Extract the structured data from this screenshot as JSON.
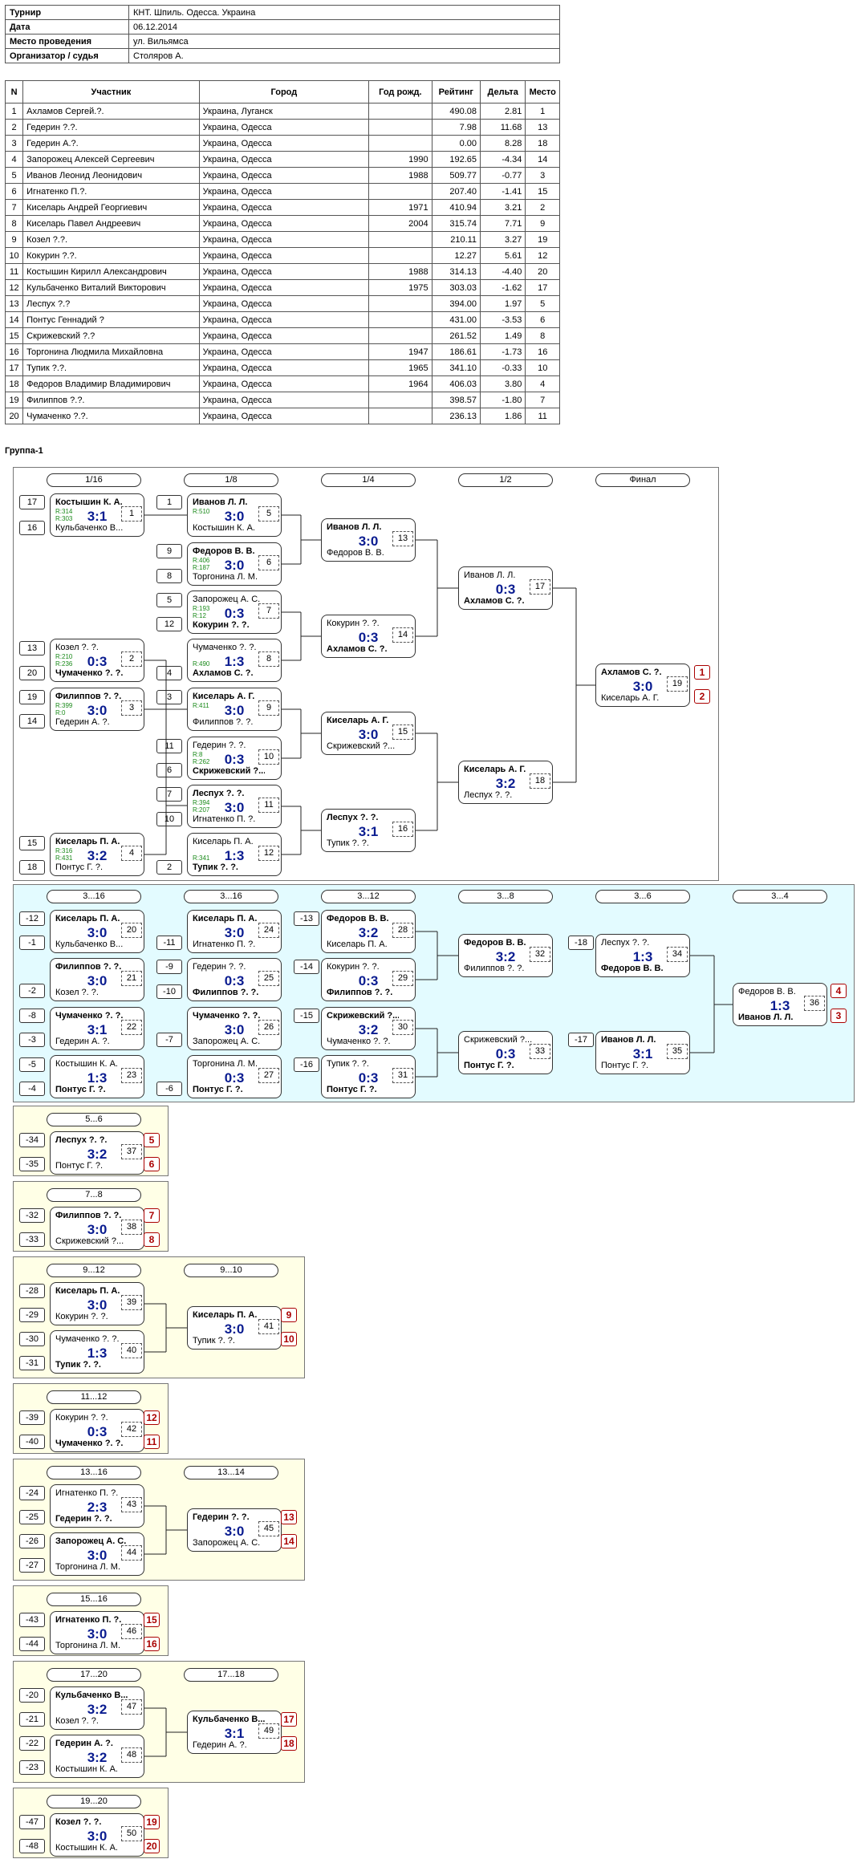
{
  "info": [
    {
      "key": "Турнир",
      "value": "КНТ. Шпиль. Одесса. Украина"
    },
    {
      "key": "Дата",
      "value": "06.12.2014"
    },
    {
      "key": "Место проведения",
      "value": "ул. Вильямса"
    },
    {
      "key": "Организатор / судья",
      "value": "Столяров А."
    }
  ],
  "players_header": [
    "N",
    "Участник",
    "Город",
    "Год рожд.",
    "Рейтинг",
    "Дельта",
    "Место"
  ],
  "players": [
    [
      "1",
      "Ахламов Сергей.?.",
      "Украина, Луганск",
      "",
      "490.08",
      "2.81",
      "1"
    ],
    [
      "2",
      "Гедерин ?.?.",
      "Украина, Одесса",
      "",
      "7.98",
      "11.68",
      "13"
    ],
    [
      "3",
      "Гедерин А.?.",
      "Украина, Одесса",
      "",
      "0.00",
      "8.28",
      "18"
    ],
    [
      "4",
      "Запорожец Алексей Сергеевич",
      "Украина, Одесса",
      "1990",
      "192.65",
      "-4.34",
      "14"
    ],
    [
      "5",
      "Иванов Леонид Леонидович",
      "Украина, Одесса",
      "1988",
      "509.77",
      "-0.77",
      "3"
    ],
    [
      "6",
      "Игнатенко П.?.",
      "Украина, Одесса",
      "",
      "207.40",
      "-1.41",
      "15"
    ],
    [
      "7",
      "Киселарь Андрей Георгиевич",
      "Украина, Одесса",
      "1971",
      "410.94",
      "3.21",
      "2"
    ],
    [
      "8",
      "Киселарь Павел Андреевич",
      "Украина, Одесса",
      "2004",
      "315.74",
      "7.71",
      "9"
    ],
    [
      "9",
      "Козел ?.?.",
      "Украина, Одесса",
      "",
      "210.11",
      "3.27",
      "19"
    ],
    [
      "10",
      "Кокурин ?.?.",
      "Украина, Одесса",
      "",
      "12.27",
      "5.61",
      "12"
    ],
    [
      "11",
      "Костышин Кирилл Александрович",
      "Украина, Одесса",
      "1988",
      "314.13",
      "-4.40",
      "20"
    ],
    [
      "12",
      "Кульбаченко Виталий Викторович",
      "Украина, Одесса",
      "1975",
      "303.03",
      "-1.62",
      "17"
    ],
    [
      "13",
      "Леспух ?.?",
      "Украина, Одесса",
      "",
      "394.00",
      "1.97",
      "5"
    ],
    [
      "14",
      "Понтус Геннадий ?",
      "Украина, Одесса",
      "",
      "431.00",
      "-3.53",
      "6"
    ],
    [
      "15",
      "Скрижевский ?.?",
      "Украина, Одесса",
      "",
      "261.52",
      "1.49",
      "8"
    ],
    [
      "16",
      "Торгонина Людмила Михайловна",
      "Украина, Одесса",
      "1947",
      "186.61",
      "-1.73",
      "16"
    ],
    [
      "17",
      "Тупик ?.?.",
      "Украина, Одесса",
      "1965",
      "341.10",
      "-0.33",
      "10"
    ],
    [
      "18",
      "Федоров Владимир Владимирович",
      "Украина, Одесса",
      "1964",
      "406.03",
      "3.80",
      "4"
    ],
    [
      "19",
      "Филиппов ?.?.",
      "Украина, Одесса",
      "",
      "398.57",
      "-1.80",
      "7"
    ],
    [
      "20",
      "Чумаченко ?.?.",
      "Украина, Одесса",
      "",
      "236.13",
      "1.86",
      "11"
    ]
  ],
  "group_label": "Группа-1",
  "rounds": [
    "1/16",
    "1/8",
    "1/4",
    "1/2",
    "Финал",
    "3...16",
    "3...16",
    "3...12",
    "3...8",
    "3...6",
    "3...4",
    "5...6",
    "7...8",
    "9...12",
    "9...10",
    "11...12",
    "13...16",
    "13...14",
    "15...16",
    "17...20",
    "17...18",
    "19...20"
  ],
  "seeds": [
    "17",
    "16",
    "1",
    "9",
    "8",
    "5",
    "12",
    "13",
    "20",
    "4",
    "19",
    "14",
    "3",
    "11",
    "6",
    "7",
    "10",
    "15",
    "18",
    "2",
    "-12",
    "-1",
    "-11",
    "-13",
    "-9",
    "-2",
    "-10",
    "-14",
    "-18",
    "-8",
    "-3",
    "-7",
    "-15",
    "-5",
    "-4",
    "-6",
    "-16",
    "-17",
    "-34",
    "-35",
    "-32",
    "-33",
    "-28",
    "-29",
    "-30",
    "-31",
    "-39",
    "-40",
    "-24",
    "-25",
    "-26",
    "-27",
    "-43",
    "-44",
    "-20",
    "-21",
    "-22",
    "-23",
    "-47",
    "-48"
  ],
  "matches": [
    {
      "id": "1",
      "top": "Костышин К. А.",
      "bot": "Кульбаченко В...",
      "score": "3:1",
      "w": "top",
      "rt": "R:314",
      "rb": "R:303"
    },
    {
      "id": "2",
      "top": "Козел ?. ?.",
      "bot": "Чумаченко ?. ?.",
      "score": "0:3",
      "w": "bot",
      "rt": "R:210",
      "rb": "R:236"
    },
    {
      "id": "3",
      "top": "Филиппов ?. ?.",
      "bot": "Гедерин А. ?.",
      "score": "3:0",
      "w": "top",
      "rt": "R:399",
      "rb": "R:0"
    },
    {
      "id": "4",
      "top": "Киселарь П. А.",
      "bot": "Понтус Г. ?.",
      "score": "3:2",
      "w": "top",
      "rt": "R:316",
      "rb": "R:431"
    },
    {
      "id": "5",
      "top": "Иванов Л. Л.",
      "bot": "Костышин К. А.",
      "score": "3:0",
      "w": "top",
      "rt": "R:510",
      "rb": ""
    },
    {
      "id": "6",
      "top": "Федоров В. В.",
      "bot": "Торгонина Л. М.",
      "score": "3:0",
      "w": "top",
      "rt": "R:406",
      "rb": "R:187"
    },
    {
      "id": "7",
      "top": "Запорожец А. С.",
      "bot": "Кокурин ?. ?.",
      "score": "0:3",
      "w": "bot",
      "rt": "R:193",
      "rb": "R:12"
    },
    {
      "id": "8",
      "top": "Чумаченко ?. ?.",
      "bot": "Ахламов С. ?.",
      "score": "1:3",
      "w": "bot",
      "rt": "",
      "rb": "R:490"
    },
    {
      "id": "9",
      "top": "Киселарь А. Г.",
      "bot": "Филиппов ?. ?.",
      "score": "3:0",
      "w": "top",
      "rt": "R:411",
      "rb": ""
    },
    {
      "id": "10",
      "top": "Гедерин ?. ?.",
      "bot": "Скрижевский ?...",
      "score": "0:3",
      "w": "bot",
      "rt": "R:8",
      "rb": "R:262"
    },
    {
      "id": "11",
      "top": "Леспух ?. ?.",
      "bot": "Игнатенко П. ?.",
      "score": "3:0",
      "w": "top",
      "rt": "R:394",
      "rb": "R:207"
    },
    {
      "id": "12",
      "top": "Киселарь П. А.",
      "bot": "Тупик ?. ?.",
      "score": "1:3",
      "w": "bot",
      "rt": "",
      "rb": "R:341"
    },
    {
      "id": "13",
      "top": "Иванов Л. Л.",
      "bot": "Федоров В. В.",
      "score": "3:0",
      "w": "top",
      "rt": "",
      "rb": ""
    },
    {
      "id": "14",
      "top": "Кокурин ?. ?.",
      "bot": "Ахламов С. ?.",
      "score": "0:3",
      "w": "bot",
      "rt": "",
      "rb": ""
    },
    {
      "id": "15",
      "top": "Киселарь А. Г.",
      "bot": "Скрижевский ?...",
      "score": "3:0",
      "w": "top",
      "rt": "",
      "rb": ""
    },
    {
      "id": "16",
      "top": "Леспух ?. ?.",
      "bot": "Тупик ?. ?.",
      "score": "3:1",
      "w": "top",
      "rt": "",
      "rb": ""
    },
    {
      "id": "17",
      "top": "Иванов Л. Л.",
      "bot": "Ахламов С. ?.",
      "score": "0:3",
      "w": "bot",
      "rt": "",
      "rb": ""
    },
    {
      "id": "18",
      "top": "Киселарь А. Г.",
      "bot": "Леспух ?. ?.",
      "score": "3:2",
      "w": "top",
      "rt": "",
      "rb": ""
    },
    {
      "id": "19",
      "top": "Ахламов С. ?.",
      "bot": "Киселарь А. Г.",
      "score": "3:0",
      "w": "top",
      "rt": "",
      "rb": ""
    },
    {
      "id": "20",
      "top": "Киселарь П. А.",
      "bot": "Кульбаченко В...",
      "score": "3:0",
      "w": "top",
      "rt": "",
      "rb": ""
    },
    {
      "id": "21",
      "top": "Филиппов ?. ?.",
      "bot": "Козел ?. ?.",
      "score": "3:0",
      "w": "top",
      "rt": "",
      "rb": ""
    },
    {
      "id": "22",
      "top": "Чумаченко ?. ?.",
      "bot": "Гедерин А. ?.",
      "score": "3:1",
      "w": "top",
      "rt": "",
      "rb": ""
    },
    {
      "id": "23",
      "top": "Костышин К. А.",
      "bot": "Понтус Г. ?.",
      "score": "1:3",
      "w": "bot",
      "rt": "",
      "rb": ""
    },
    {
      "id": "24",
      "top": "Киселарь П. А.",
      "bot": "Игнатенко П. ?.",
      "score": "3:0",
      "w": "top",
      "rt": "",
      "rb": ""
    },
    {
      "id": "25",
      "top": "Гедерин ?. ?.",
      "bot": "Филиппов ?. ?.",
      "score": "0:3",
      "w": "bot",
      "rt": "",
      "rb": ""
    },
    {
      "id": "26",
      "top": "Чумаченко ?. ?.",
      "bot": "Запорожец А. С.",
      "score": "3:0",
      "w": "top",
      "rt": "",
      "rb": ""
    },
    {
      "id": "27",
      "top": "Торгонина Л. М.",
      "bot": "Понтус Г. ?.",
      "score": "0:3",
      "w": "bot",
      "rt": "",
      "rb": ""
    },
    {
      "id": "28",
      "top": "Федоров В. В.",
      "bot": "Киселарь П. А.",
      "score": "3:2",
      "w": "top",
      "rt": "",
      "rb": ""
    },
    {
      "id": "29",
      "top": "Кокурин ?. ?.",
      "bot": "Филиппов ?. ?.",
      "score": "0:3",
      "w": "bot",
      "rt": "",
      "rb": ""
    },
    {
      "id": "30",
      "top": "Скрижевский ?...",
      "bot": "Чумаченко ?. ?.",
      "score": "3:2",
      "w": "top",
      "rt": "",
      "rb": ""
    },
    {
      "id": "31",
      "top": "Тупик ?. ?.",
      "bot": "Понтус Г. ?.",
      "score": "0:3",
      "w": "bot",
      "rt": "",
      "rb": ""
    },
    {
      "id": "32",
      "top": "Федоров В. В.",
      "bot": "Филиппов ?. ?.",
      "score": "3:2",
      "w": "top",
      "rt": "",
      "rb": ""
    },
    {
      "id": "33",
      "top": "Скрижевский ?...",
      "bot": "Понтус Г. ?.",
      "score": "0:3",
      "w": "bot",
      "rt": "",
      "rb": ""
    },
    {
      "id": "34",
      "top": "Леспух ?. ?.",
      "bot": "Федоров В. В.",
      "score": "1:3",
      "w": "bot",
      "rt": "",
      "rb": ""
    },
    {
      "id": "35",
      "top": "Иванов Л. Л.",
      "bot": "Понтус Г. ?.",
      "score": "3:1",
      "w": "top",
      "rt": "",
      "rb": ""
    },
    {
      "id": "36",
      "top": "Федоров В. В.",
      "bot": "Иванов Л. Л.",
      "score": "1:3",
      "w": "bot",
      "rt": "",
      "rb": ""
    },
    {
      "id": "37",
      "top": "Леспух ?. ?.",
      "bot": "Понтус Г. ?.",
      "score": "3:2",
      "w": "top",
      "rt": "",
      "rb": ""
    },
    {
      "id": "38",
      "top": "Филиппов ?. ?.",
      "bot": "Скрижевский ?...",
      "score": "3:0",
      "w": "top",
      "rt": "",
      "rb": ""
    },
    {
      "id": "39",
      "top": "Киселарь П. А.",
      "bot": "Кокурин ?. ?.",
      "score": "3:0",
      "w": "top",
      "rt": "",
      "rb": ""
    },
    {
      "id": "40",
      "top": "Чумаченко ?. ?.",
      "bot": "Тупик ?. ?.",
      "score": "1:3",
      "w": "bot",
      "rt": "",
      "rb": ""
    },
    {
      "id": "41",
      "top": "Киселарь П. А.",
      "bot": "Тупик ?. ?.",
      "score": "3:0",
      "w": "top",
      "rt": "",
      "rb": ""
    },
    {
      "id": "42",
      "top": "Кокурин ?. ?.",
      "bot": "Чумаченко ?. ?.",
      "score": "0:3",
      "w": "bot",
      "rt": "",
      "rb": ""
    },
    {
      "id": "43",
      "top": "Игнатенко П. ?.",
      "bot": "Гедерин ?. ?.",
      "score": "2:3",
      "w": "bot",
      "rt": "",
      "rb": ""
    },
    {
      "id": "44",
      "top": "Запорожец А. С.",
      "bot": "Торгонина Л. М.",
      "score": "3:0",
      "w": "top",
      "rt": "",
      "rb": ""
    },
    {
      "id": "45",
      "top": "Гедерин ?. ?.",
      "bot": "Запорожец А. С.",
      "score": "3:0",
      "w": "top",
      "rt": "",
      "rb": ""
    },
    {
      "id": "46",
      "top": "Игнатенко П. ?.",
      "bot": "Торгонина Л. М.",
      "score": "3:0",
      "w": "top",
      "rt": "",
      "rb": ""
    },
    {
      "id": "47",
      "top": "Кульбаченко В...",
      "bot": "Козел ?. ?.",
      "score": "3:2",
      "w": "top",
      "rt": "",
      "rb": ""
    },
    {
      "id": "48",
      "top": "Гедерин А. ?.",
      "bot": "Костышин К. А.",
      "score": "3:2",
      "w": "top",
      "rt": "",
      "rb": ""
    },
    {
      "id": "49",
      "top": "Кульбаченко В...",
      "bot": "Гедерин А. ?.",
      "score": "3:1",
      "w": "top",
      "rt": "",
      "rb": ""
    },
    {
      "id": "50",
      "top": "Козел ?. ?.",
      "bot": "Костышин К. А.",
      "score": "3:0",
      "w": "top",
      "rt": "",
      "rb": ""
    }
  ],
  "places": [
    "1",
    "2",
    "4",
    "3",
    "5",
    "6",
    "7",
    "8",
    "9",
    "10",
    "12",
    "11",
    "13",
    "14",
    "15",
    "16",
    "17",
    "18",
    "19",
    "20"
  ],
  "colors": {
    "score": "#0a1c90",
    "rating": "#1a8a1a",
    "place": "#aa0000",
    "consolation_bg": "#e3fbff",
    "lower_bg": "#ffffe6"
  }
}
